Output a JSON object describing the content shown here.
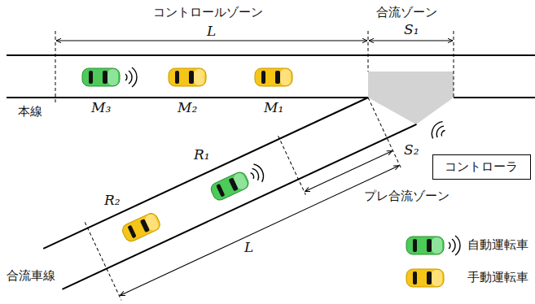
{
  "diagram": {
    "nodes": [
      {
        "text": [
          "コントローラ"
        ]
      }
    ],
    "labels": [
      "コントロールゾーン",
      "L",
      "合流ゾーン",
      "S₁",
      "本線",
      "M₃",
      "M₂",
      "M₁",
      "R₁",
      "R₂",
      "S₂",
      "プレ合流ゾーン",
      "L",
      "合流車線"
    ],
    "legend": [
      {
        "text": "自動運転車"
      },
      {
        "text": "手動運転車"
      }
    ]
  }
}
